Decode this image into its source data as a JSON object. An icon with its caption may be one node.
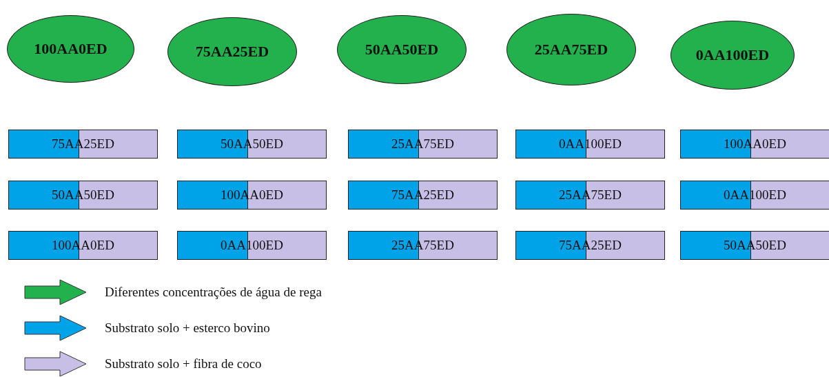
{
  "diagram": {
    "nodes": [
      {
        "text": [
          "100AA0ED"
        ]
      },
      {
        "text": [
          "75AA25ED"
        ]
      },
      {
        "text": [
          "50AA50ED"
        ]
      },
      {
        "text": [
          "25AA75ED"
        ]
      },
      {
        "text": [
          "0AA100ED"
        ]
      },
      {
        "text": [
          "75AA25ED"
        ]
      },
      {
        "text": [
          "50AA50ED"
        ]
      },
      {
        "text": [
          "25AA75ED"
        ]
      },
      {
        "text": [
          "0AA100ED"
        ]
      },
      {
        "text": [
          "100AA0ED"
        ]
      },
      {
        "text": [
          "50AA50ED"
        ]
      },
      {
        "text": [
          "100AA0ED"
        ]
      },
      {
        "text": [
          "75AA25ED"
        ]
      },
      {
        "text": [
          "25AA75ED"
        ]
      },
      {
        "text": [
          "0AA100ED"
        ]
      },
      {
        "text": [
          "100AA0ED"
        ]
      },
      {
        "text": [
          "0AA100ED"
        ]
      },
      {
        "text": [
          "25AA75ED"
        ]
      },
      {
        "text": [
          "75AA25ED"
        ]
      },
      {
        "text": [
          "50AA50ED"
        ]
      }
    ],
    "legend": [
      {
        "text": "Diferentes concentrações de água de rega",
        "color": "#22b14c"
      },
      {
        "text": "Substrato solo + esterco bovino",
        "color": "#00a2e8"
      },
      {
        "text": "Substrato solo + fibra de coco",
        "color": "#c8bfe7"
      }
    ]
  }
}
